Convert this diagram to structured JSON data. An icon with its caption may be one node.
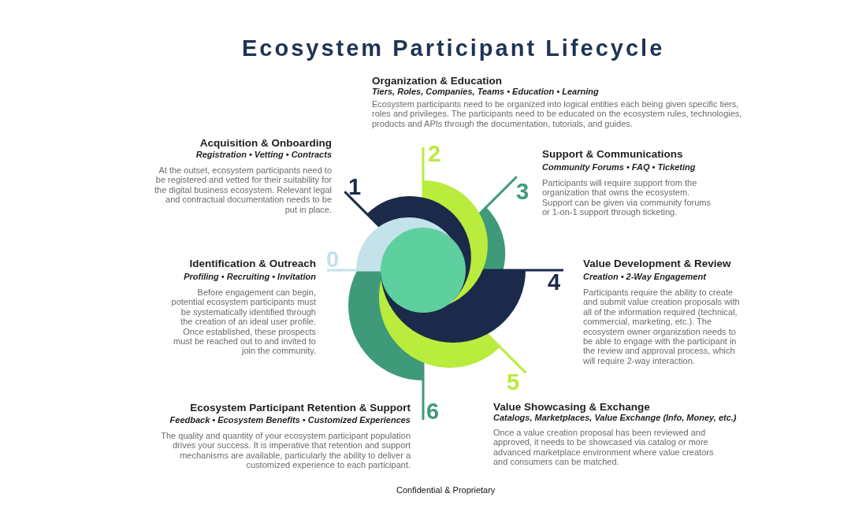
{
  "diagram": {
    "title": "Ecosystem Participant Lifecycle",
    "labels": [
      "Organization & Education",
      "Tiers, Roles, Companies, Teams • Education • Learning",
      "Ecosystem participants need to be organized into logical entities each being given specific tiers, roles and privileges. The participants need to be educated on the ecosystem rules, technologies, products and APIs through the documentation, tutorials, and guides.",
      "Acquisition & Onboarding",
      "Registration • Vetting • Contracts",
      "At the outset, ecosystem participants need to be registered and vetted for their suitability for the digital business ecosystem. Relevant legal and contractual documentation needs to be put in place.",
      "2",
      "1",
      "Support & Communications",
      "Community Forums • FAQ • Ticketing",
      "Participants will require support from the organization that owns the ecosystem. Support can be given via community forums or 1-on-1 support through ticketing.",
      "3",
      "0",
      "Identification & Outreach",
      "Profiling • Recruiting • Invitation",
      "Before engagement can begin, potential ecosystem participants must be systematically identified through the creation of an ideal user profile. Once established, these prospects must be reached out to and invited to join the community.",
      "Value Development & Review",
      "Creation • 2-Way Engagement",
      "Participants require the ability to create and submit value creation proposals with all of the information required (technical, commercial, marketing, etc.). The ecosystem owner organization needs to be able to engage with the participant in the review and approval process, which will require 2-way interaction.",
      "4",
      "5",
      "Ecosystem Participant Retention & Support",
      "Feedback • Ecosystem Benefits • Customized Experiences",
      "The quality and quantity of your ecosystem participant population drives your success. It is imperative that retention and support mechanisms are available, particularly the ability to deliver a customized experience to each participant.",
      "6",
      "Value Showcasing & Exchange",
      "Catalogs, Marketplaces, Value Exchange (Info, Money, etc.)",
      "Once a value creation proposal has been reviewed and approved, it needs to be showcased via catalog or more advanced marketplace environment where value creators and consumers can be matched.",
      "Confidential & Proprietary"
    ]
  }
}
